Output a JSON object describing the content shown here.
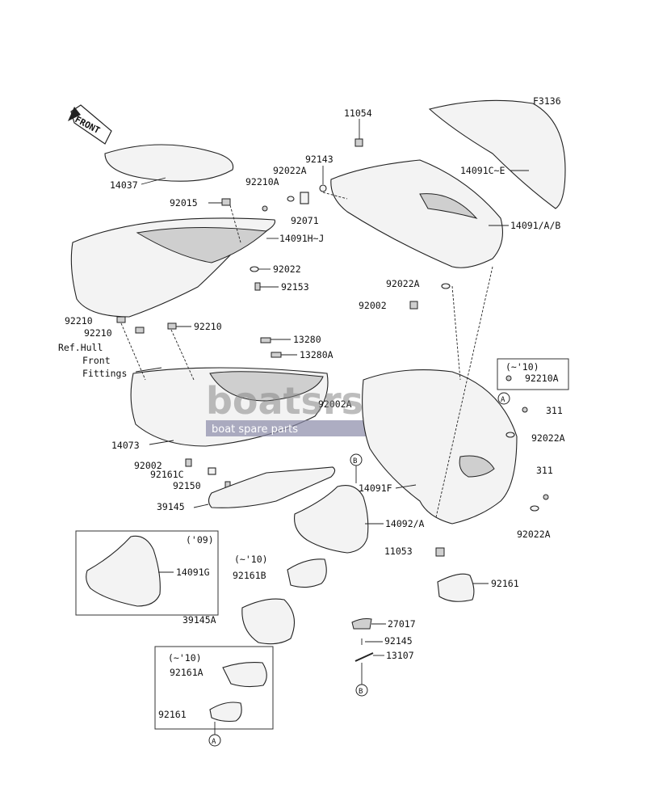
{
  "figure_code": "F3136",
  "front_arrow_text": "FRONT",
  "watermark": {
    "brand": "boatsrs",
    "tagline": "boat spare parts"
  },
  "ref_text": [
    "Ref.Hull",
    "Front",
    "Fittings"
  ],
  "labels": {
    "p14037": "14037",
    "p92015": "92015",
    "p14091hj": "14091H~J",
    "p92022": "92022",
    "p92153": "92153",
    "p92210a_left": "92210",
    "p92210b_left": "92210",
    "p92210c": "92210",
    "p11054": "11054",
    "p92143": "92143",
    "p92022a_top": "92022A",
    "p92210a_top": "92210A",
    "p92071": "92071",
    "p14091ce": "14091C~E",
    "p14091ab": "14091/A/B",
    "p92022a_mid": "92022A",
    "p92002": "92002",
    "p13280": "13280",
    "p13280a": "13280A",
    "p92002a": "92002A",
    "p14073": "14073",
    "p92002_low": "92002",
    "p92161c": "92161C",
    "p92150": "92150",
    "p39145": "39145",
    "p92210a_box": "92210A",
    "p311_a": "311",
    "p92022a_r1": "92022A",
    "p311_b": "311",
    "p92022a_r2": "92022A",
    "p14091f": "14091F",
    "p14092a": "14092/A",
    "p11053": "11053",
    "p92161": "92161",
    "p14091g": "14091G",
    "p92161b": "92161B",
    "p39145a": "39145A",
    "p27017": "27017",
    "p92145": "92145",
    "p13107": "13107",
    "p92161a": "92161A",
    "p92161_low": "92161"
  },
  "notes": {
    "box_10": "(~'10)",
    "box_09": "('09)",
    "note_92161b": "(~'10)",
    "note_92161a": "(~'10)"
  },
  "refs": {
    "a": "A",
    "b": "B"
  }
}
